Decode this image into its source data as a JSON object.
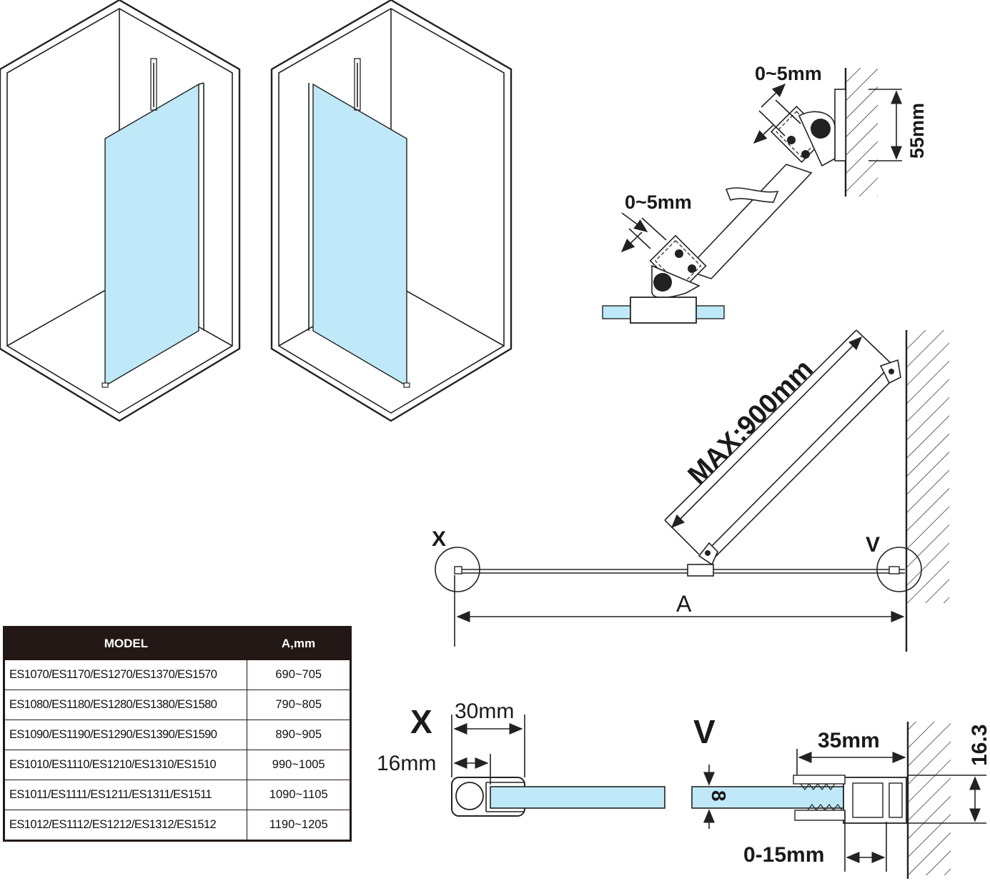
{
  "labels": {
    "gap_top": "0~5mm",
    "gap_bottom": "0~5mm",
    "height_55": "55mm",
    "max_length": "MAX:900mm",
    "detail_x": "X",
    "detail_v": "V",
    "dim_a": "A",
    "x_detail_title": "X",
    "v_detail_title": "V",
    "x_width": "30mm",
    "x_depth": "16mm",
    "glass_thickness": "8",
    "v_width": "35mm",
    "v_adjust": "0-15mm",
    "v_height": "16.3"
  },
  "table": {
    "headers": [
      "MODEL",
      "A,mm"
    ],
    "rows": [
      {
        "model": "ES1070/ES1170/ES1270/ES1370/ES1570",
        "a": "690~705"
      },
      {
        "model": "ES1080/ES1180/ES1280/ES1380/ES1580",
        "a": "790~805"
      },
      {
        "model": "ES1090/ES1190/ES1290/ES1390/ES1590",
        "a": "890~905"
      },
      {
        "model": "ES1010/ES1110/ES1210/ES1310/ES1510",
        "a": "990~1005"
      },
      {
        "model": "ES1011/ES1111/ES1211/ES1311/ES1511",
        "a": "1090~1105"
      },
      {
        "model": "ES1012/ES1112/ES1212/ES1312/ES1512",
        "a": "1190~1205"
      }
    ]
  },
  "colors": {
    "glass": "#bfe9f8",
    "line": "#222222",
    "table_header": "#231815"
  }
}
